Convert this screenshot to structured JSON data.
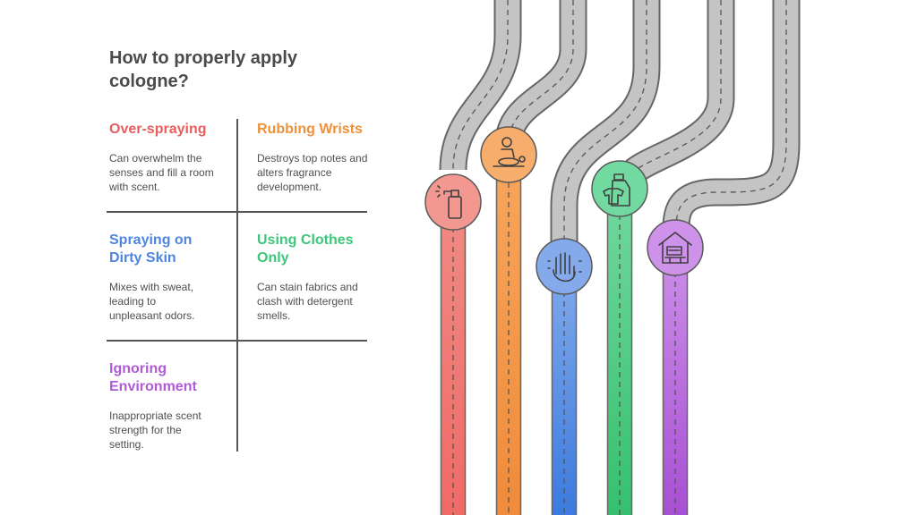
{
  "title": "How to properly apply cologne?",
  "items": [
    {
      "title": "Over-spraying",
      "description": "Can overwhelm the senses and fill a room with scent.",
      "color": "#e85d5d",
      "icon": "spray-bottle-icon"
    },
    {
      "title": "Rubbing Wrists",
      "description": "Destroys top notes and alters fragrance development.",
      "color": "#f0913a",
      "icon": "massage-icon"
    },
    {
      "title": "Spraying on Dirty Skin",
      "description": "Mixes with sweat, leading to unpleasant odors.",
      "color": "#4d86e0",
      "icon": "dirty-hand-icon"
    },
    {
      "title": "Using Clothes Only",
      "description": "Can stain fabrics and clash with detergent smells.",
      "color": "#3ec67a",
      "icon": "detergent-icon"
    },
    {
      "title": "Ignoring Environment",
      "description": "Inappropriate scent strength for the setting.",
      "color": "#b15ad8",
      "icon": "room-icon"
    }
  ],
  "colors": {
    "road_gray": "#c4c4c4",
    "road_outline": "#666666",
    "title_text": "#4a4a4a",
    "body_text": "#4f4f4f"
  }
}
